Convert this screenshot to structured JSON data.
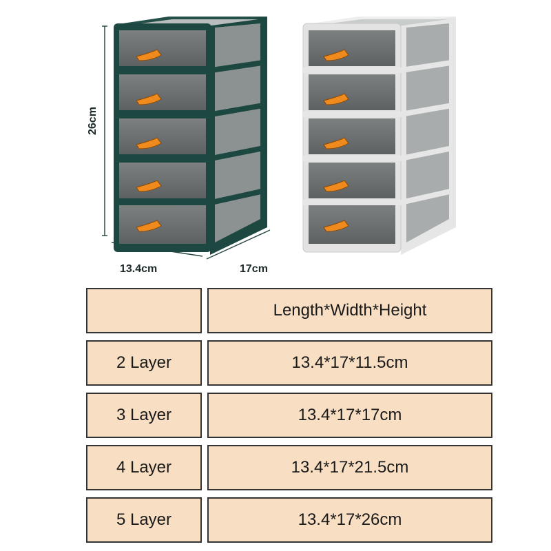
{
  "product": {
    "dimensions": {
      "height": "26cm",
      "width": "13.4cm",
      "depth": "17cm"
    },
    "colors": {
      "green_frame": "#1d4741",
      "white_frame": "#e6e6e6",
      "drawer_body": "#6f7272",
      "handle": "#f08a1c",
      "table_fill": "#f8dfc4",
      "table_border": "#333333"
    }
  },
  "spec_table": {
    "header": {
      "layer": "",
      "size": "Length*Width*Height"
    },
    "rows": [
      {
        "layer": "2 Layer",
        "size": "13.4*17*11.5cm"
      },
      {
        "layer": "3 Layer",
        "size": "13.4*17*17cm"
      },
      {
        "layer": "4 Layer",
        "size": "13.4*17*21.5cm"
      },
      {
        "layer": "5 Layer",
        "size": "13.4*17*26cm"
      }
    ]
  }
}
